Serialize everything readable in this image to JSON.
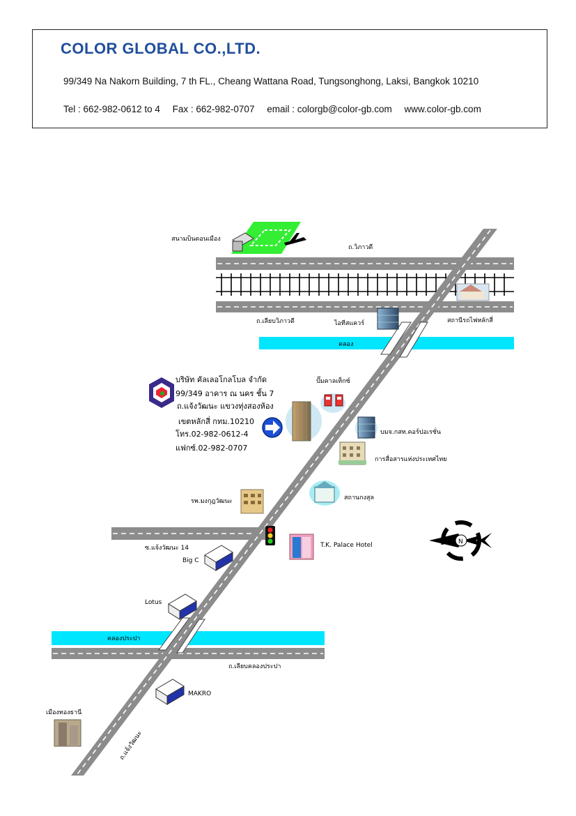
{
  "header": {
    "company_name": "COLOR GLOBAL CO.,LTD.",
    "address": "99/349 Na Nakorn Building, 7 th FL., Cheang Wattana Road, Tungsonghong, Laksi, Bangkok 10210",
    "tel": "Tel : 662-982-0612 to 4",
    "fax": "Fax : 662-982-0707",
    "email": "email : colorgb@color-gb.com",
    "website": "www.color-gb.com"
  },
  "company_block": {
    "name_th": "บริษัท คัลเลอโกลโบล จำกัด",
    "address_th_1": "99/349 อาคาร ณ นคร ชั้น 7",
    "address_th_2": "ถ.แจ้งวัฒนะ แขวงทุ่งสองห้อง",
    "address_th_3": "เขตหลักสี่ กทม.10210",
    "tel_th": "โทร.02-982-0612-4",
    "fax_th": "แฟกซ์.02-982-0707"
  },
  "labels": {
    "airport": "สนามบินดอนเมือง",
    "vibhavadi_road": "ถ.วิภาวดี",
    "vibhavadi_frontage": "ถ.เลียบวิภาวดี",
    "it_square": "ไอทีสแควร์",
    "laksi_station": "สถานีรถไฟหลักสี่",
    "canal": "คลอง",
    "gas_station": "ปั๊มคาลเท็กซ์",
    "cat_telecom": "บมจ.กสท.คอร์ปอเรชั่น",
    "tot": "การสื่อสารแห่งประเทศไทย",
    "hospital": "รพ.มงกุฎวัฒนะ",
    "health_station": "สถานกงสุล",
    "soi_14": "ซ.แจ้งวัฒนะ 14",
    "big_c": "Big C",
    "tk_palace": "T.K. Palace Hotel",
    "lotus": "Lotus",
    "prapa_canal": "คลองประปา",
    "prapa_road": "ถ.เลียบคลองประปา",
    "makro": "MAKRO",
    "muang_thong": "เมืองทองธานี",
    "chaengwattana_road": "ถ.แจ้งวัฒนะ",
    "compass_letter": "N"
  },
  "colors": {
    "brand_blue": "#1f4e9c",
    "road_gray": "#8c8c8c",
    "canal_cyan": "#00e6ff",
    "grass_green": "#33ee33",
    "logo_purple": "#3a2a8a",
    "arrow_blue": "#1b4fd6"
  }
}
